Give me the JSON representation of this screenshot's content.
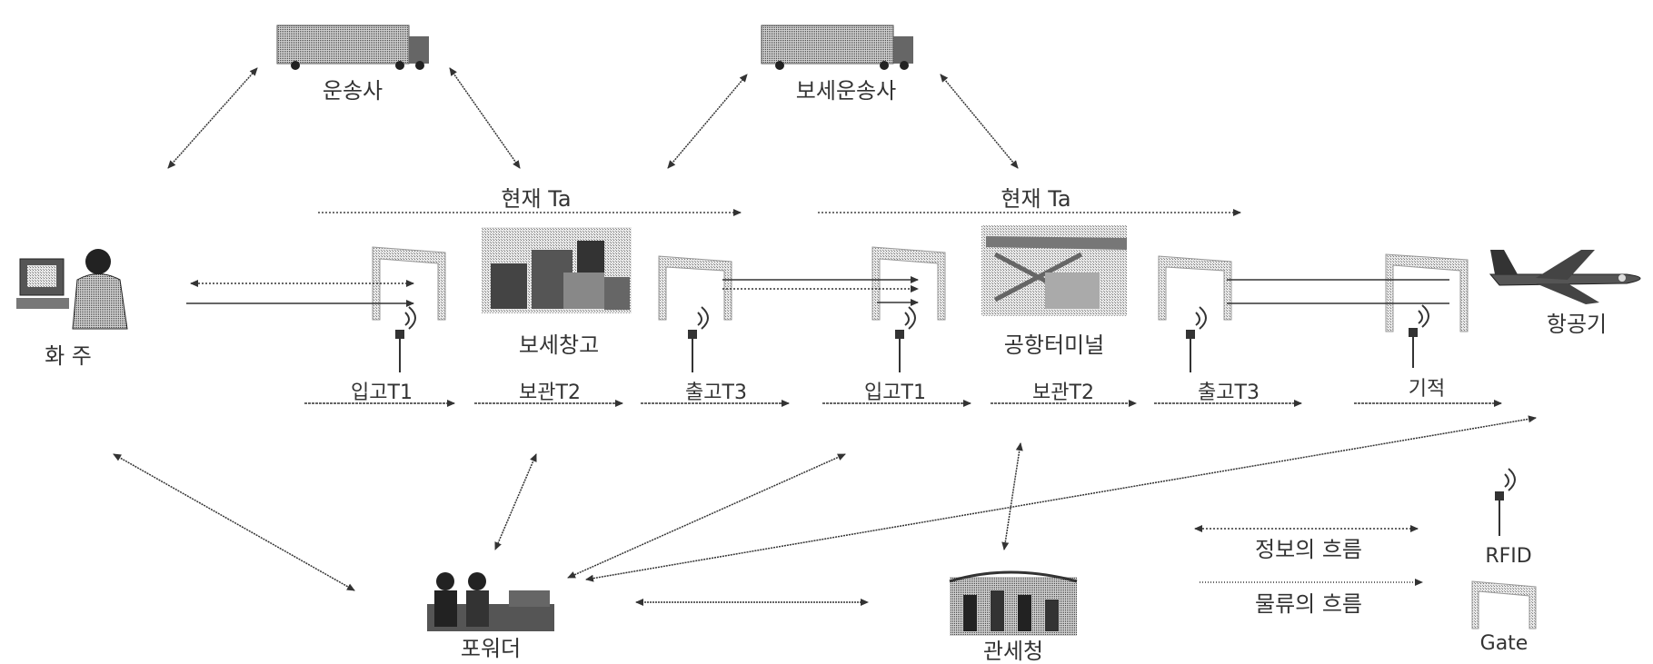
{
  "nodes": {
    "shipper": "화 주",
    "carrier": "운송사",
    "bonded_carrier": "보세운송사",
    "bonded_warehouse": "보세창고",
    "airport_terminal": "공항터미널",
    "aircraft": "항공기",
    "forwarder": "포워더",
    "customs": "관세청"
  },
  "timelines": [
    {
      "label": "현재 Ta"
    },
    {
      "label": "현재 Ta"
    }
  ],
  "stages": [
    "입고T1",
    "보관T2",
    "출고T3",
    "입고T1",
    "보관T2",
    "출고T3",
    "기적"
  ],
  "legend": {
    "info_flow": "정보의 흐름",
    "goods_flow": "물류의 흐름",
    "rfid": "RFID",
    "gate": "Gate"
  },
  "colors": {
    "line": "#333333",
    "icon_dark": "#2a2a2a",
    "icon_mid": "#7a7a7a",
    "icon_light": "#bdbdbd"
  }
}
